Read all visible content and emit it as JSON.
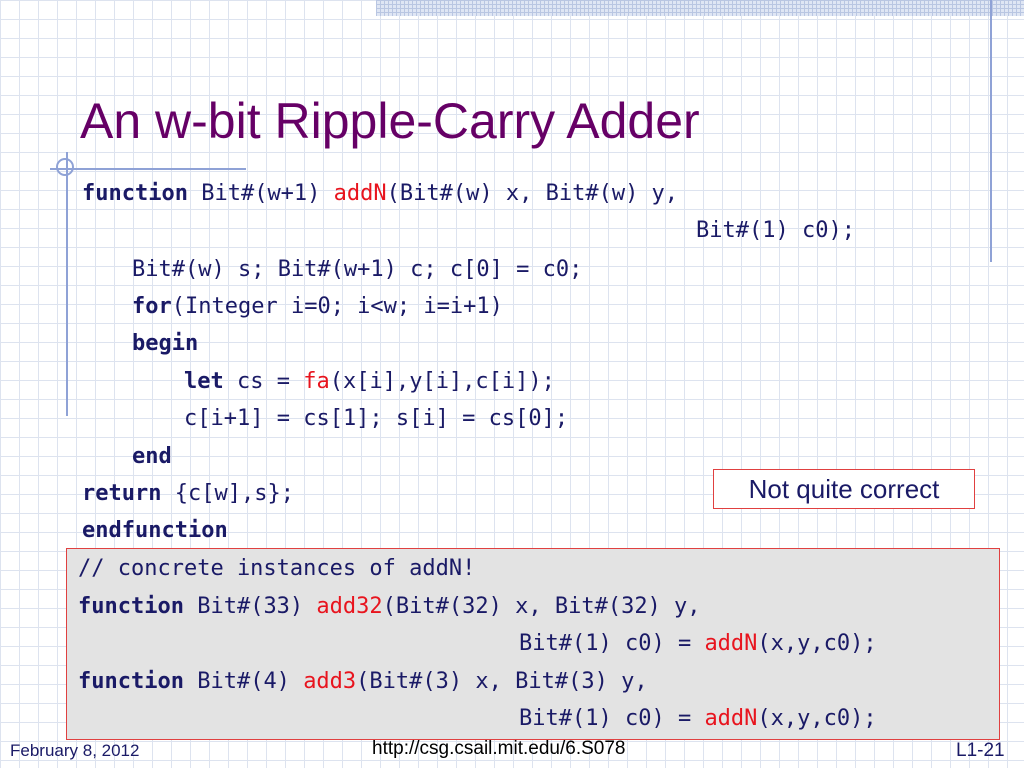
{
  "slide": {
    "title": "An w-bit Ripple-Carry Adder",
    "callout": "Not quite correct",
    "footer": {
      "date": "February 8, 2012",
      "url": "http://csg.csail.mit.edu/6.S078",
      "page": "L1-21"
    }
  },
  "code": {
    "l1": {
      "kw": "function",
      "a": " Bit#(w+1) ",
      "fn": "addN",
      "b": "(Bit#(w) x, Bit#(w) y,"
    },
    "l2": {
      "a": "Bit#(1) c0);"
    },
    "l3": {
      "a": "Bit#(w) s; Bit#(w+1) c; c[0] = c0;"
    },
    "l4": {
      "kw": "for",
      "a": "(Integer i=0; i<w; i=i+1)"
    },
    "l5": {
      "kw": "begin"
    },
    "l6": {
      "kw": "let",
      "a": " cs = ",
      "fn": "fa",
      "b": "(x[i],y[i],c[i]);"
    },
    "l7": {
      "a": "c[i+1] = cs[1]; s[i] = cs[0];"
    },
    "l8": {
      "kw": "end"
    },
    "l9": {
      "kw": "return",
      "a": " {c[w],s};"
    },
    "l10": {
      "kw": "endfunction"
    }
  },
  "instances": {
    "comment": "// concrete instances of addN!",
    "l1": {
      "kw": "function",
      "a": " Bit#(33) ",
      "fn": "add32",
      "b": "(Bit#(32) x, Bit#(32) y,"
    },
    "l2": {
      "a": "Bit#(1) c0) = ",
      "fn": "addN",
      "b": "(x,y,c0);"
    },
    "l3": {
      "kw": "function",
      "a": " Bit#(4) ",
      "fn": "add3",
      "b": "(Bit#(3) x, Bit#(3) y,"
    },
    "l4": {
      "a": "Bit#(1) c0) = ",
      "fn": "addN",
      "b": "(x,y,c0);"
    }
  },
  "colors": {
    "title": "#660066",
    "code_text": "#1a1a66",
    "function_name": "#e8141e",
    "callout_border": "#e04040",
    "instances_background": "#e3e3e3",
    "decor_lines": "#8fa2d6"
  }
}
